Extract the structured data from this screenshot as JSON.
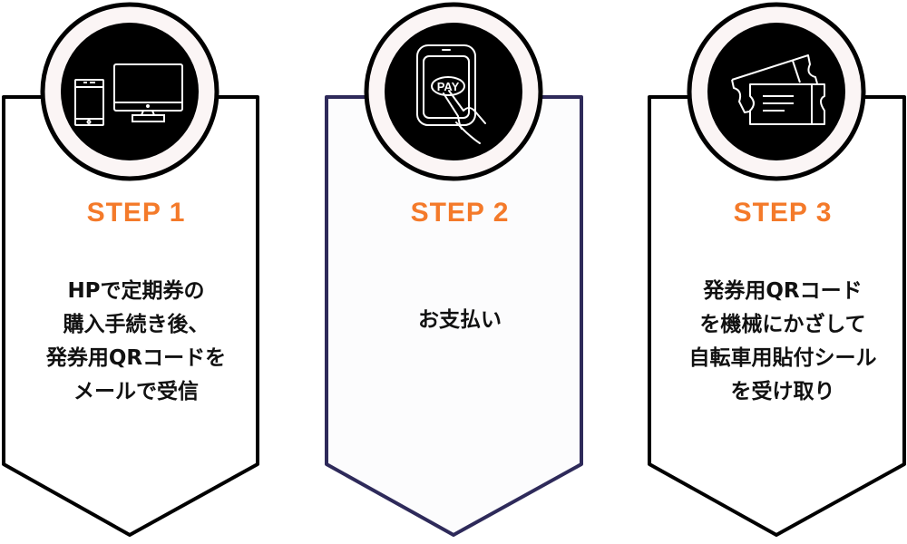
{
  "colors": {
    "accent": "#f47a2a",
    "panel1_border": "#000000",
    "panel2_border": "#2e2a5a",
    "panel3_border": "#000000",
    "ring": "#fbf5f5"
  },
  "steps": [
    {
      "title": "STEP 1",
      "icon": "devices-icon",
      "lines": [
        "HPで定期券の",
        "購入手続き後、",
        "発券用QRコードを",
        "メールで受信"
      ]
    },
    {
      "title": "STEP 2",
      "icon": "pay-phone-icon",
      "pay_label": "PAY",
      "lines": [
        "お支払い"
      ]
    },
    {
      "title": "STEP 3",
      "icon": "ticket-icon",
      "lines": [
        "発券用QRコード",
        "を機械にかざして",
        "自転車用貼付シール",
        "を受け取り"
      ]
    }
  ]
}
